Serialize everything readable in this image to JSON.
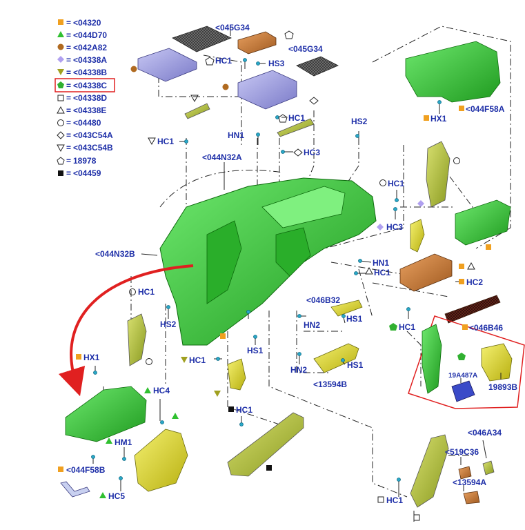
{
  "colors": {
    "label": "#1e2fa8",
    "part_green": "#3cc83c",
    "part_yellow": "#e8e030",
    "part_orange": "#c87a30",
    "part_purple": "#9a9ae0",
    "highlight_red": "#e02020"
  },
  "legend": [
    {
      "symbol": "square-orange",
      "text": "<04320"
    },
    {
      "symbol": "triangle-green",
      "text": "<044D70"
    },
    {
      "symbol": "circle-brown",
      "text": "<042A82"
    },
    {
      "symbol": "diamond-purple",
      "text": "<04338A"
    },
    {
      "symbol": "triangle-down-olive",
      "text": "<04338B"
    },
    {
      "symbol": "pentagon-green",
      "text": "<04338C"
    },
    {
      "symbol": "square-outline",
      "text": "<04338D"
    },
    {
      "symbol": "triangle-outline",
      "text": "<04338E"
    },
    {
      "symbol": "circle-outline",
      "text": "<04480"
    },
    {
      "symbol": "diamond-outline",
      "text": "<043C54A"
    },
    {
      "symbol": "triangle-down-outline",
      "text": "<043C54B"
    },
    {
      "symbol": "pentagon-outline",
      "text": "18978"
    },
    {
      "symbol": "square-black",
      "text": "<04459"
    }
  ],
  "legend_eq": "=",
  "labels": {
    "l045G34a": "<045G34",
    "l045G34b": "<045G34",
    "hc1_a": "HC1",
    "hs3": "HS3",
    "hc1_b": "HC1",
    "hx1_a": "HX1",
    "l044F58A": "<044F58A",
    "hc1_c": "HC1",
    "hn1_a": "HN1",
    "hs2_a": "HS2",
    "hc3": "HC3",
    "l044N32A": "<044N32A",
    "hc1_d": "HC1",
    "hc3_b": "HC3",
    "l044N32B": "<044N32B",
    "hn1_b": "HN1",
    "hc1_e": "HC1",
    "hc2": "HC2",
    "hc1_f": "HC1",
    "l046B32": "<046B32",
    "hn2_a": "HN2",
    "hs1_a": "HS1",
    "hs2_b": "HS2",
    "hc1_g": "HC1",
    "l046B46": "<046B46",
    "hx1_b": "HX1",
    "hs1_b": "HS1",
    "hc1_h": "HC1",
    "hn2_b": "HN2",
    "hs1_c": "HS1",
    "l13594B": "<13594B",
    "l19A487A": "19A487A",
    "l19893B": "19893B",
    "hc4": "HC4",
    "hc1_i": "HC1",
    "hm1": "HM1",
    "l044F58B": "<044F58B",
    "hc5": "HC5",
    "l046A34": "<046A34",
    "l519C36": "<519C36",
    "l13594A": "<13594A",
    "hc1_j": "HC1"
  }
}
